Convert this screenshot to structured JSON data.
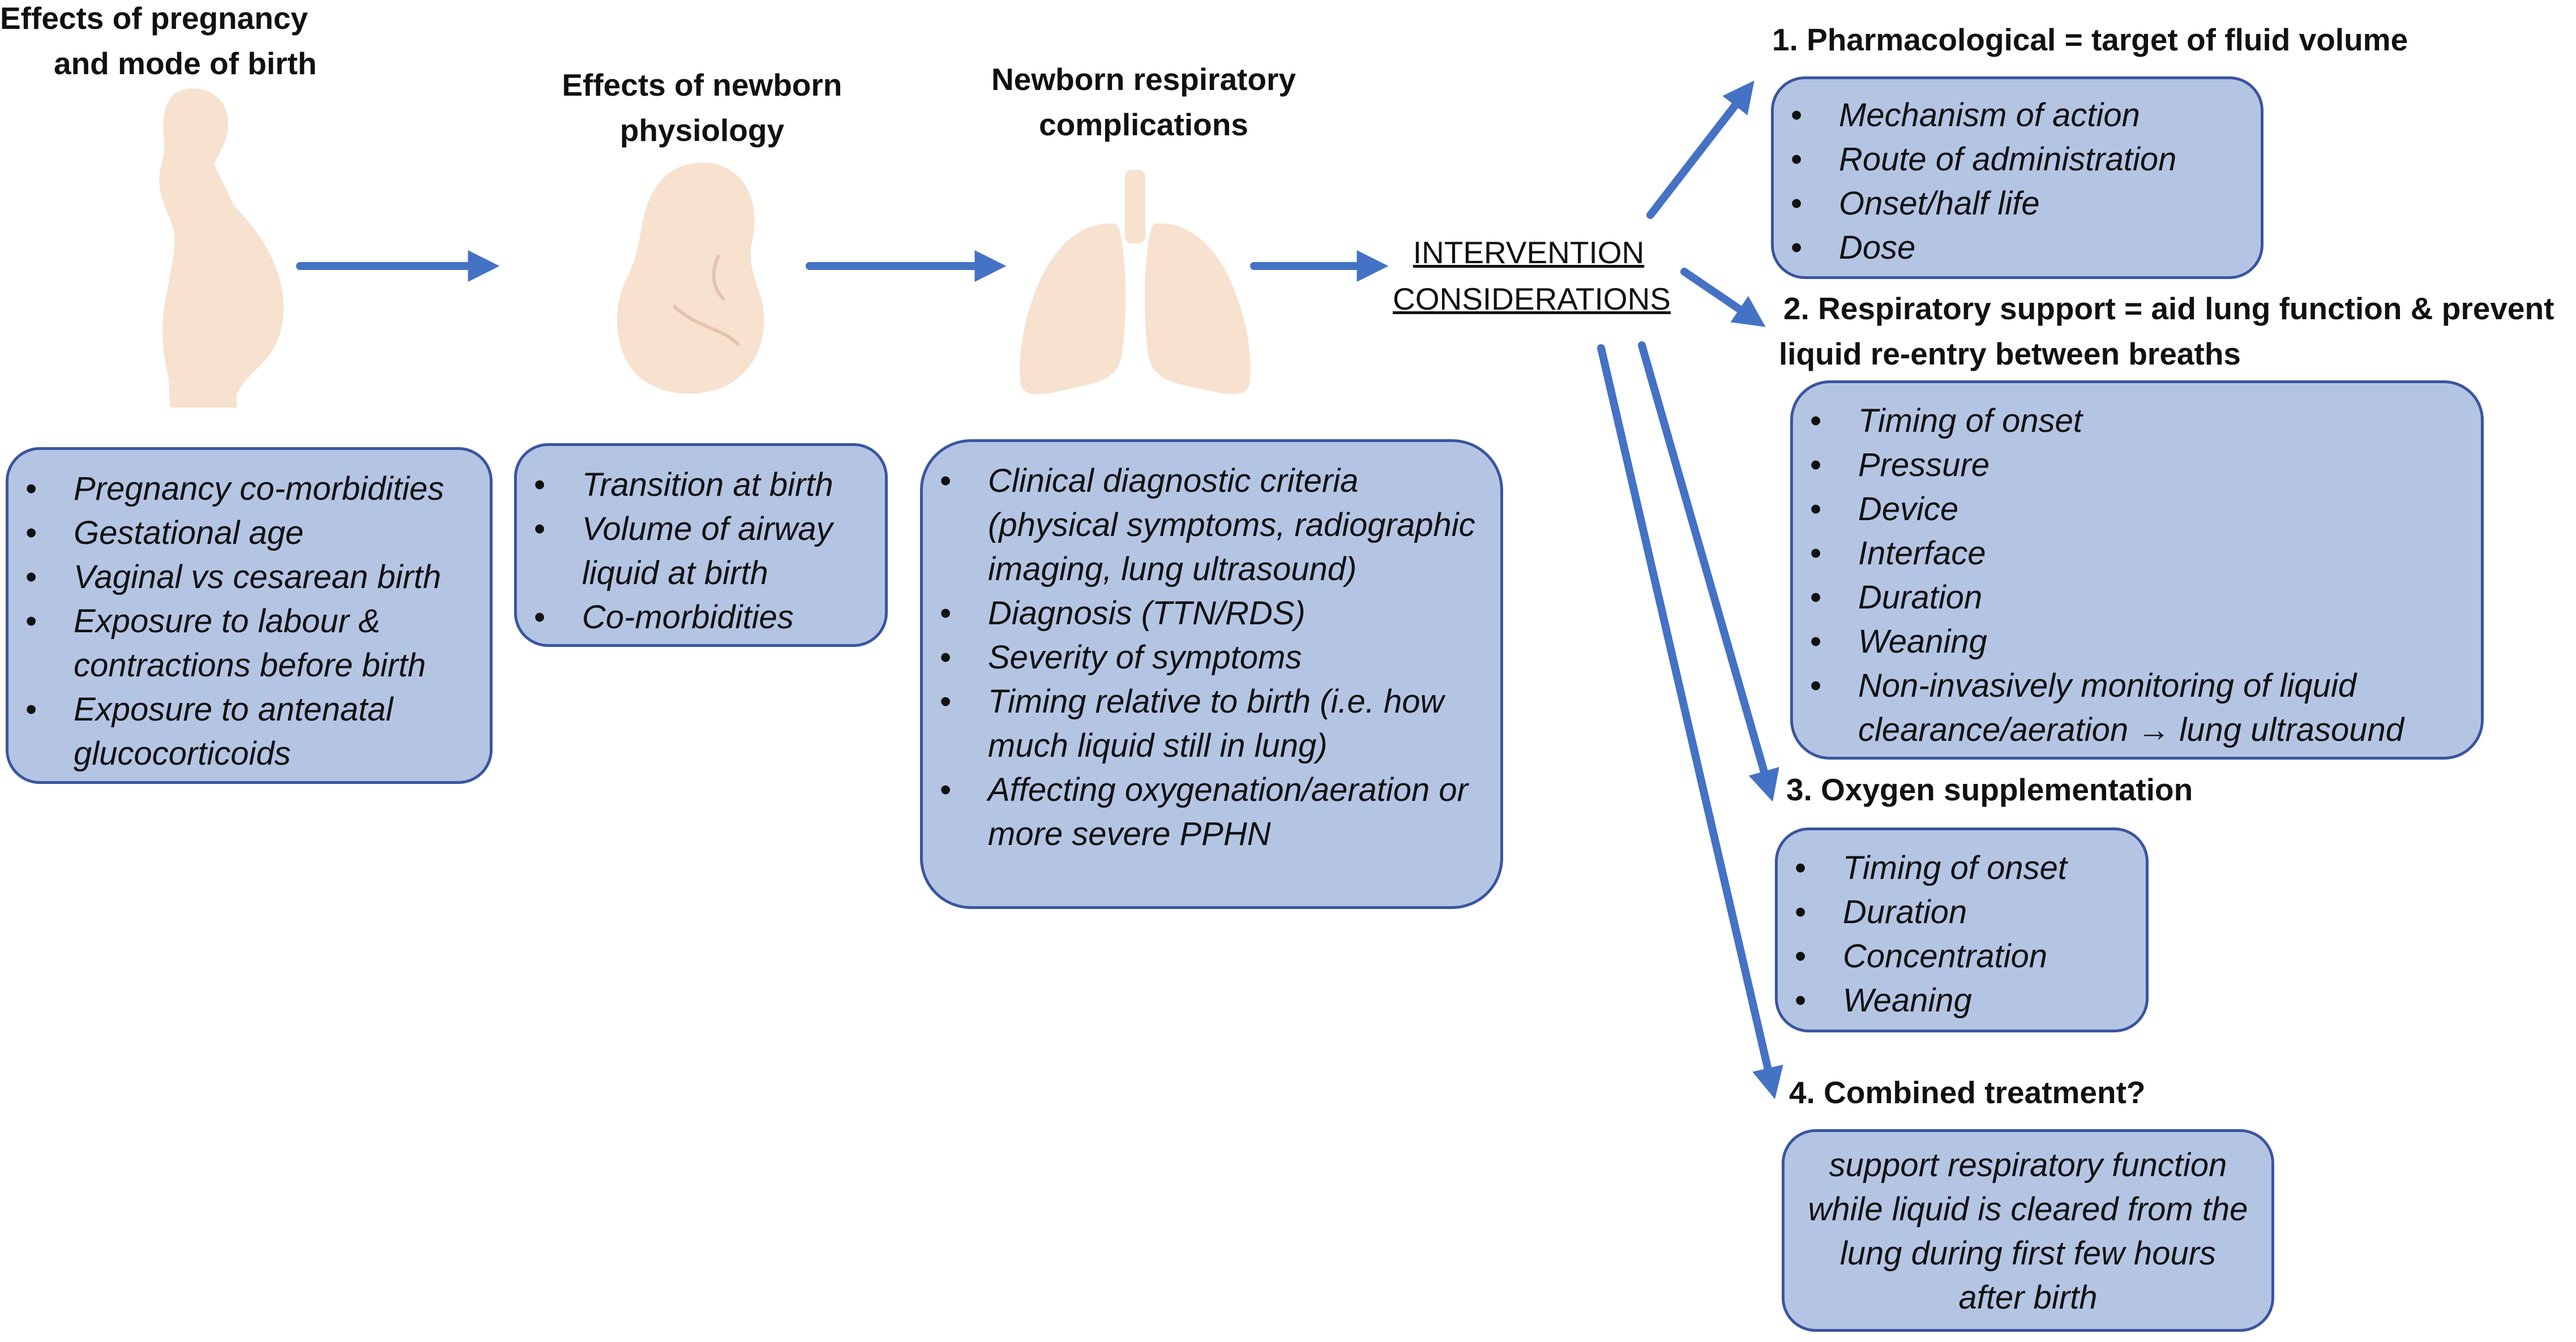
{
  "columns": {
    "pregnancy": {
      "title_line1": "Effects of pregnancy",
      "title_line2": "and mode of birth",
      "items": [
        "Pregnancy co-morbidities",
        "Gestational age",
        "Vaginal vs cesarean birth",
        "Exposure to labour & contractions before birth",
        "Exposure to antenatal glucocorticoids"
      ]
    },
    "newborn": {
      "title_line1": "Effects of newborn",
      "title_line2": "physiology",
      "items": [
        "Transition at birth",
        "Volume of airway liquid at birth",
        "Co-morbidities"
      ]
    },
    "respiratory": {
      "title_line1": "Newborn respiratory",
      "title_line2": "complications",
      "items": [
        "Clinical diagnostic criteria (physical symptoms, radiographic imaging, lung ultrasound)",
        "Diagnosis (TTN/RDS)",
        "Severity of symptoms",
        "Timing relative to birth (i.e. how much liquid still in lung)",
        "Affecting oxygenation/aeration or more severe PPHN"
      ]
    }
  },
  "intervention": {
    "line1": "INTERVENTION",
    "line2": "CONSIDERATIONS"
  },
  "options": [
    {
      "heading": "1. Pharmacological = target of fluid volume",
      "items": [
        "Mechanism of action",
        "Route of administration",
        "Onset/half life",
        "Dose"
      ]
    },
    {
      "heading_line1": "2. Respiratory support = aid lung function & prevent",
      "heading_line2": "liquid re-entry between breaths",
      "items": [
        "Timing  of onset",
        "Pressure",
        "Device",
        "Interface",
        "Duration",
        "Weaning",
        "Non-invasively monitoring of liquid clearance/aeration → lung ultrasound"
      ]
    },
    {
      "heading": "3. Oxygen supplementation",
      "items": [
        "Timing  of onset",
        "Duration",
        "Concentration",
        "Weaning"
      ]
    },
    {
      "heading": "4. Combined treatment?",
      "text": "support respiratory function while liquid is cleared from the lung during first few hours after birth"
    }
  ],
  "colors": {
    "arrow": "#4472c4",
    "box_fill": "#b4c5e4",
    "box_border": "#3a55a0",
    "figure_fill": "#f7e1cf"
  },
  "icons": [
    "pregnant-woman-icon",
    "fetus-icon",
    "lungs-icon"
  ]
}
